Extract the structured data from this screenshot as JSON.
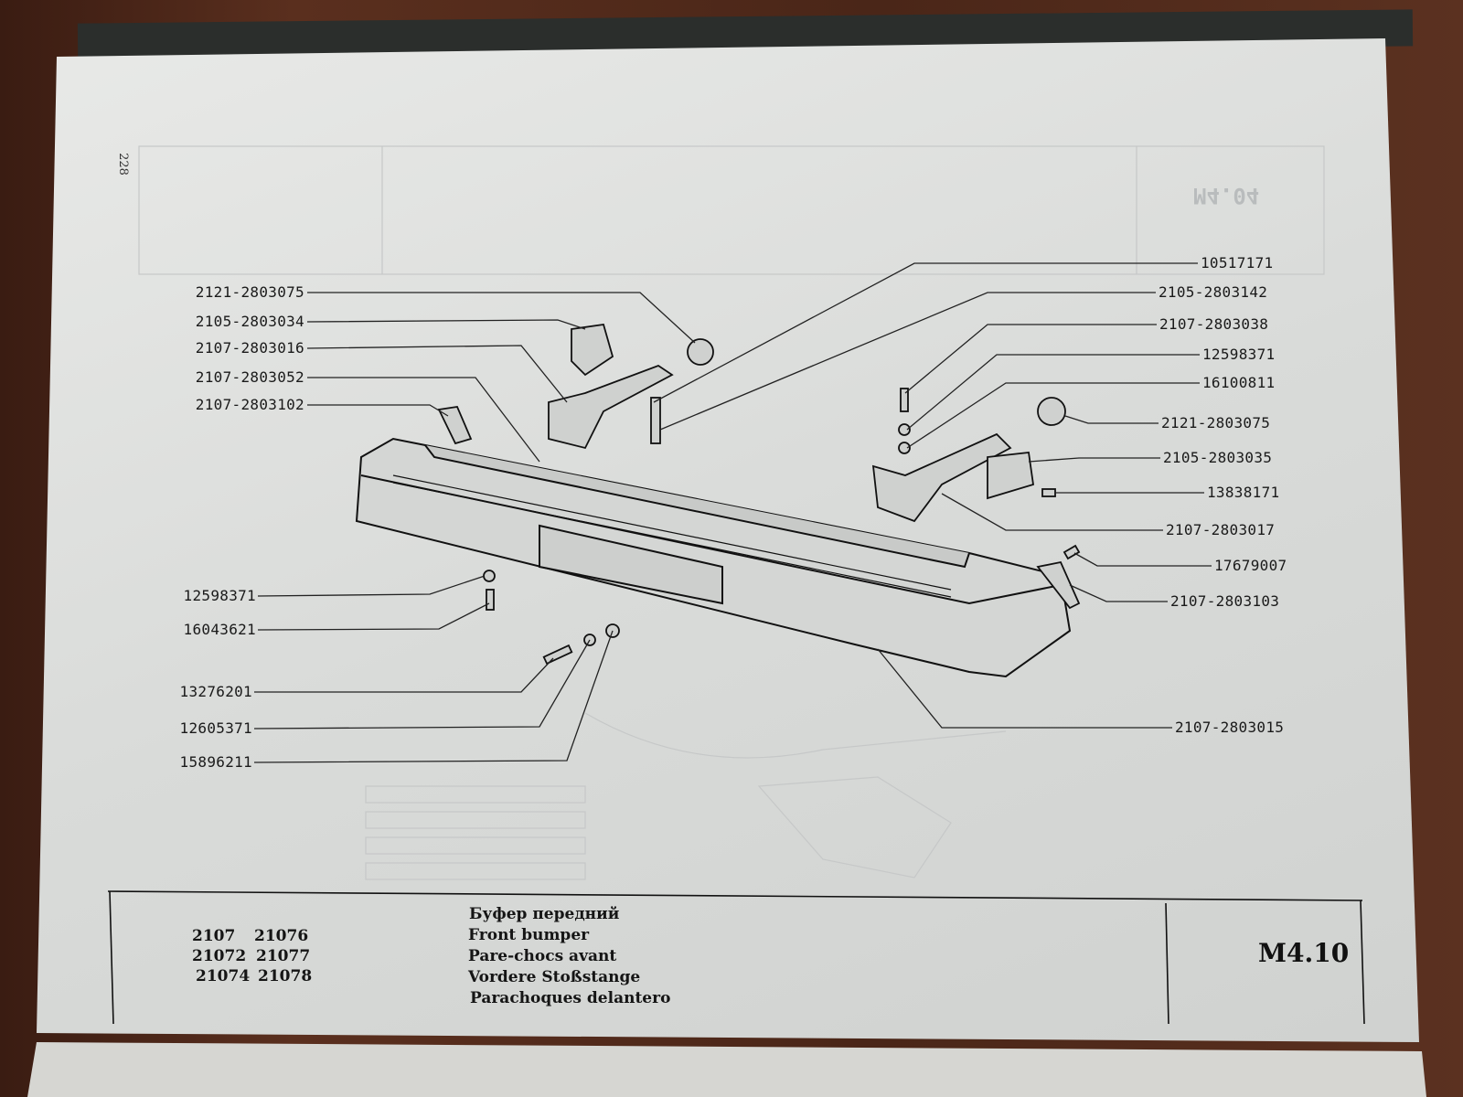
{
  "page_number": "228",
  "left_callouts": [
    "2121-2803075",
    "2105-2803034",
    "2107-2803016",
    "2107-2803052",
    "2107-2803102",
    "12598371",
    "16043621",
    "13276201",
    "12605371",
    "15896211"
  ],
  "right_callouts": [
    "10517171",
    "2105-2803142",
    "2107-2803038",
    "12598371",
    "16100811",
    "2121-2803075",
    "2105-2803035",
    "13838171",
    "2107-2803017",
    "17679007",
    "2107-2803103",
    "2107-2803015"
  ],
  "footer": {
    "models": [
      [
        "2107",
        "21076"
      ],
      [
        "21072",
        "21077"
      ],
      [
        "21074",
        "21078"
      ]
    ],
    "titles": [
      "Буфер передний",
      "Front bumper",
      "Pare-chocs avant",
      "Vordere Stoßstange",
      "Parachoques delantero"
    ],
    "section_code": "M4.10"
  },
  "bleed_through": {
    "section_code": "M4.04"
  }
}
